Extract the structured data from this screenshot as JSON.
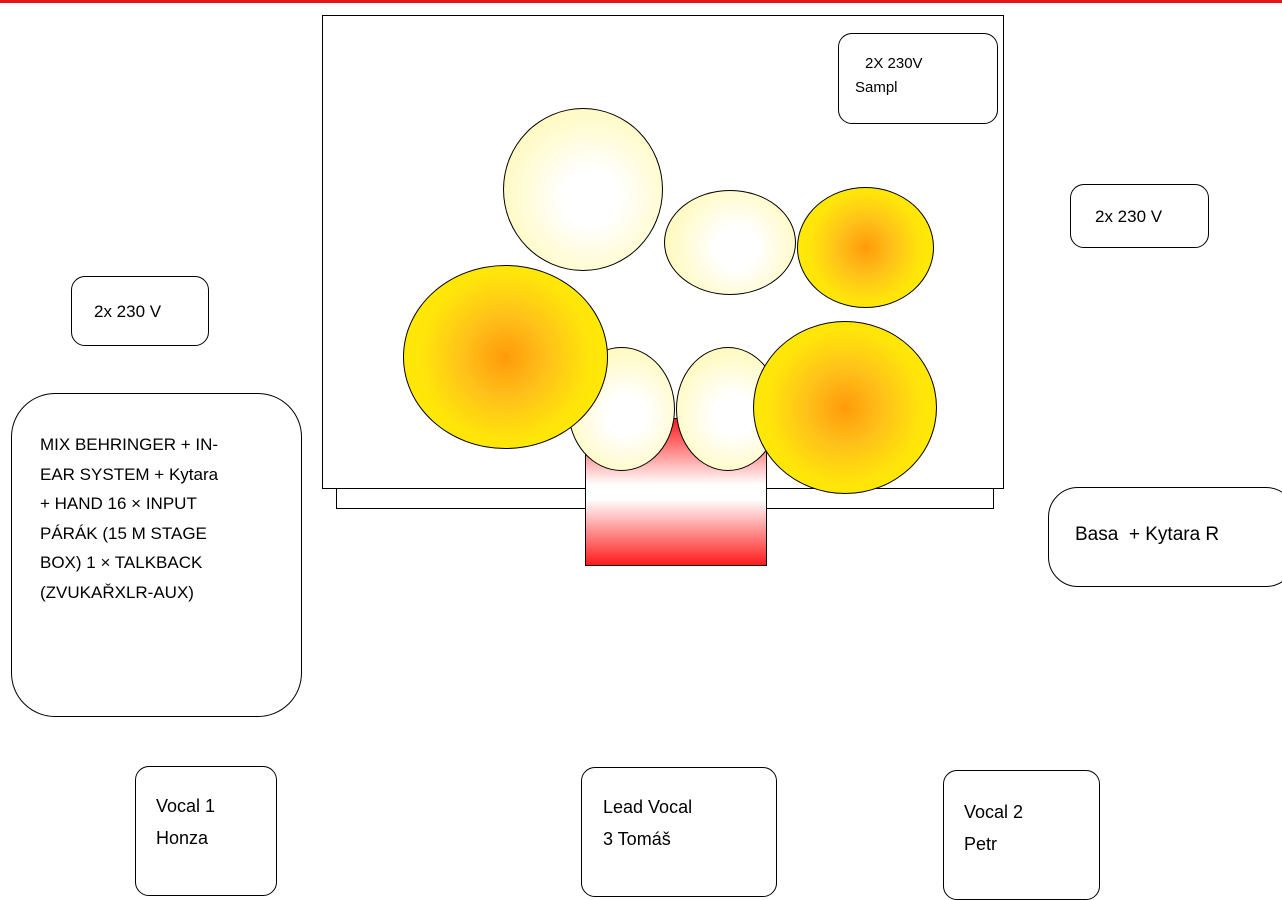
{
  "labels": {
    "sampl_power": "2X 230V\nSampl",
    "right_power": "2x 230 V",
    "left_power": "2x 230 V",
    "mixer": "MIX BEHRINGER + IN-\nEAR SYSTEM + Kytara\n+ HAND 16 × INPUT\nPÁRÁK (15 M STAGE\nBOX) 1 × TALKBACK\n(ZVUKAŘXLR-AUX)",
    "bass_guitar": "Basa  + Kytara R",
    "vocal1": "Vocal 1\nHonza",
    "lead_vocal": "Lead Vocal\n3 Tomáš",
    "vocal2": "Vocal 2\nPetr"
  },
  "colors": {
    "top_rule": "#e8121b",
    "drum_pale": "#fff7a8",
    "drum_hot": "#ffe50a",
    "drum_center": "#ff9a0a",
    "stool_red": "#ff1b1b"
  }
}
